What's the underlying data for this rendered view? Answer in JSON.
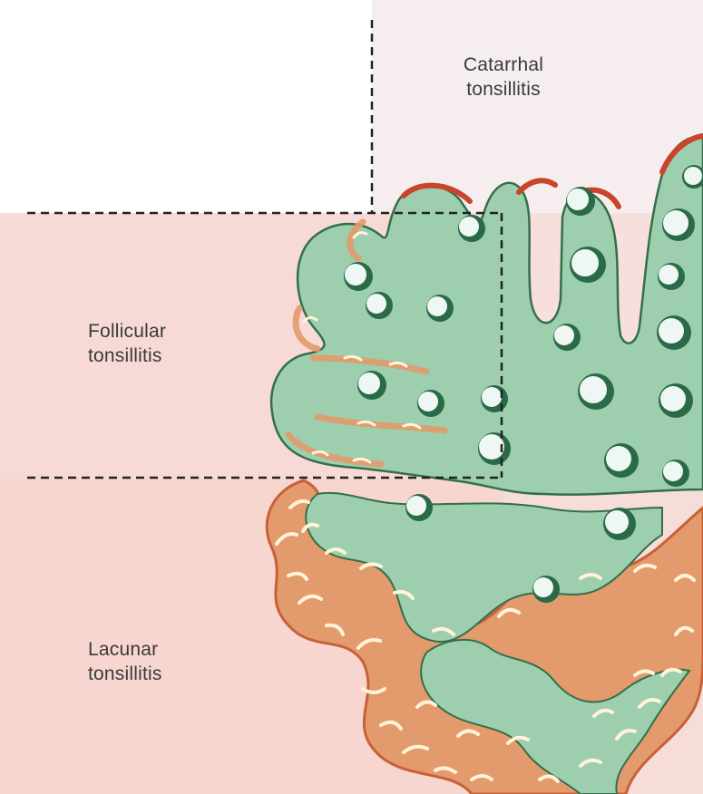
{
  "diagram": {
    "labels": {
      "catarrhal": {
        "line1": "Catarrhal",
        "line2": "tonsillitis"
      },
      "follicular": {
        "line1": "Follicular",
        "line2": "tonsillitis"
      },
      "lacunar": {
        "line1": "Lacunar",
        "line2": "tonsillitis"
      }
    },
    "colors": {
      "background_upper_right": "#f6eeee",
      "background_follicular_zone": "#f7dad6",
      "background_lacunar_zone": "#f7d6cf",
      "tissue_fill": "#9dcfae",
      "tissue_outline": "#356e4a",
      "inflamed_epithelium": "#c8442a",
      "exudate_fill": "#e9a878",
      "exudate_streaks": "#fff3d8",
      "follicle_fill": "#eef7f4",
      "follicle_shadow": "#2a6a46",
      "divider_lines": "#222222"
    }
  }
}
